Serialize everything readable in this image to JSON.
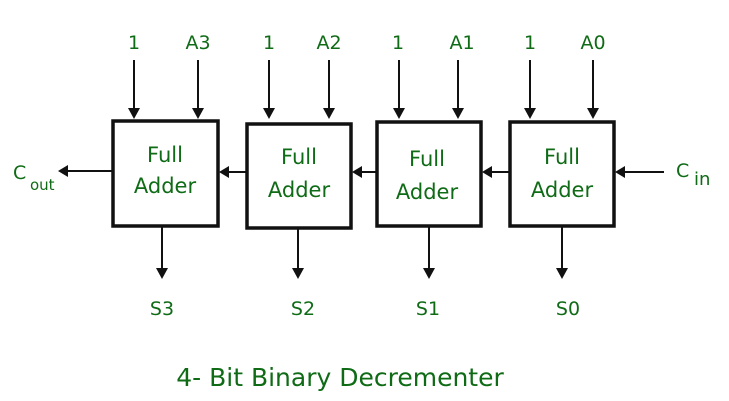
{
  "title": "4- Bit Binary Decrementer",
  "text_color": "#0f6b16",
  "line_color": "#111111",
  "adders": [
    {
      "line1": "Full",
      "line2": "Adder",
      "input_a": "1",
      "input_b": "A3",
      "output": "S3"
    },
    {
      "line1": "Full",
      "line2": "Adder",
      "input_a": "1",
      "input_b": "A2",
      "output": "S2"
    },
    {
      "line1": "Full",
      "line2": "Adder",
      "input_a": "1",
      "input_b": "A1",
      "output": "S1"
    },
    {
      "line1": "Full",
      "line2": "Adder",
      "input_a": "1",
      "input_b": "A0",
      "output": "S0"
    }
  ],
  "carry_out": {
    "main": "C",
    "sub": "out"
  },
  "carry_in": {
    "main": "C",
    "sub": "in"
  }
}
